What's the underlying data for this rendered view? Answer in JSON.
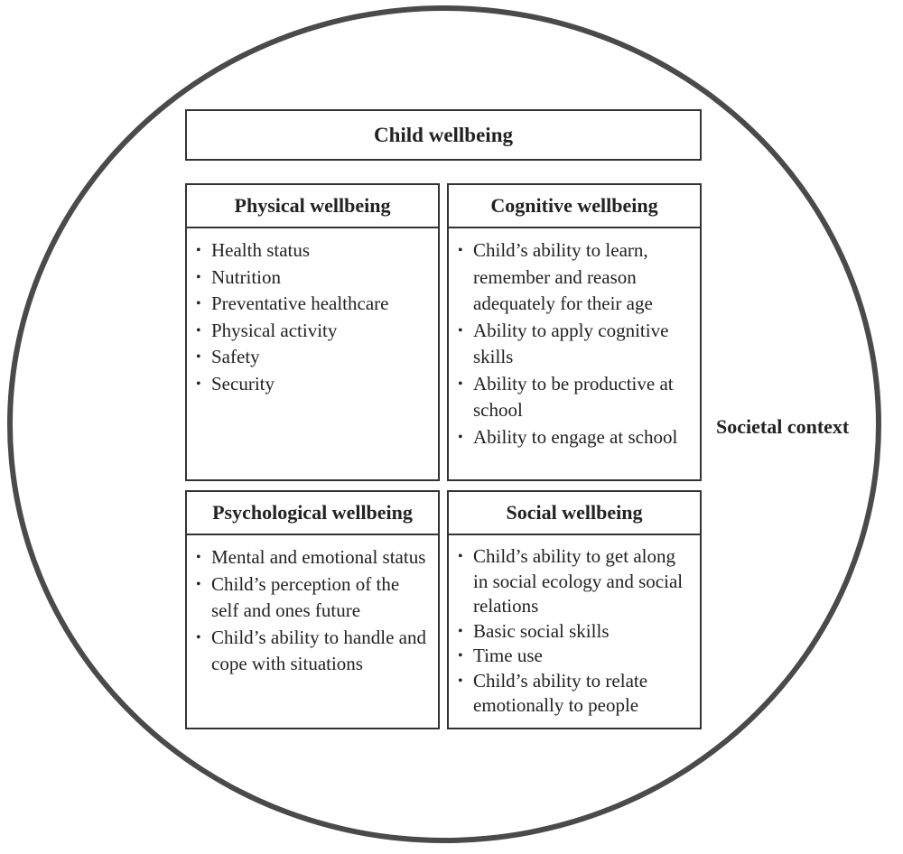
{
  "title": "Child wellbeing",
  "context_label": "Societal context",
  "panels": {
    "physical": {
      "heading": "Physical wellbeing",
      "items": [
        "Health status",
        "Nutrition",
        "Preventative healthcare",
        "Physical activity",
        "Safety",
        "Security"
      ]
    },
    "cognitive": {
      "heading": "Cognitive wellbeing",
      "items": [
        "Child’s ability to learn, remember and reason adequately for their age",
        "Ability to apply cognitive skills",
        "Ability to be productive at school",
        "Ability to engage at school"
      ]
    },
    "psychological": {
      "heading": "Psychological wellbeing",
      "items": [
        "Mental and emotional status",
        "Child’s perception of the self and ones future",
        "Child’s ability to handle and cope with situations"
      ]
    },
    "social": {
      "heading": "Social wellbeing",
      "items": [
        "Child’s ability to get along in social ecology and social relations",
        "Basic social skills",
        "Time use",
        "Child’s ability to relate emotionally to people"
      ]
    }
  }
}
